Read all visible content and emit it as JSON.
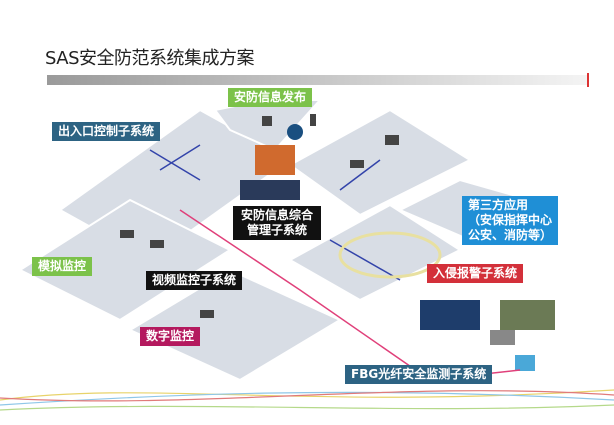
{
  "title": "SAS安全防范系统集成方案",
  "labels": {
    "info_publish": "安防信息发布",
    "access_control": "出入口控制子系统",
    "management": "安防信息综合管理子系统",
    "third_party_title": "第三方应用",
    "third_party_line1": "（安保指挥中心",
    "third_party_line2": "公安、消防等）",
    "analog": "模拟监控",
    "video": "视频监控子系统",
    "intrusion": "入侵报警子系统",
    "digital": "数字监控",
    "fbg": "FBG光纤安全监测子系统"
  },
  "colors": {
    "green": "#7cc24a",
    "teal": "#2d6383",
    "blue": "#1f8fd6",
    "red": "#d3303a",
    "magenta": "#b4195e"
  }
}
